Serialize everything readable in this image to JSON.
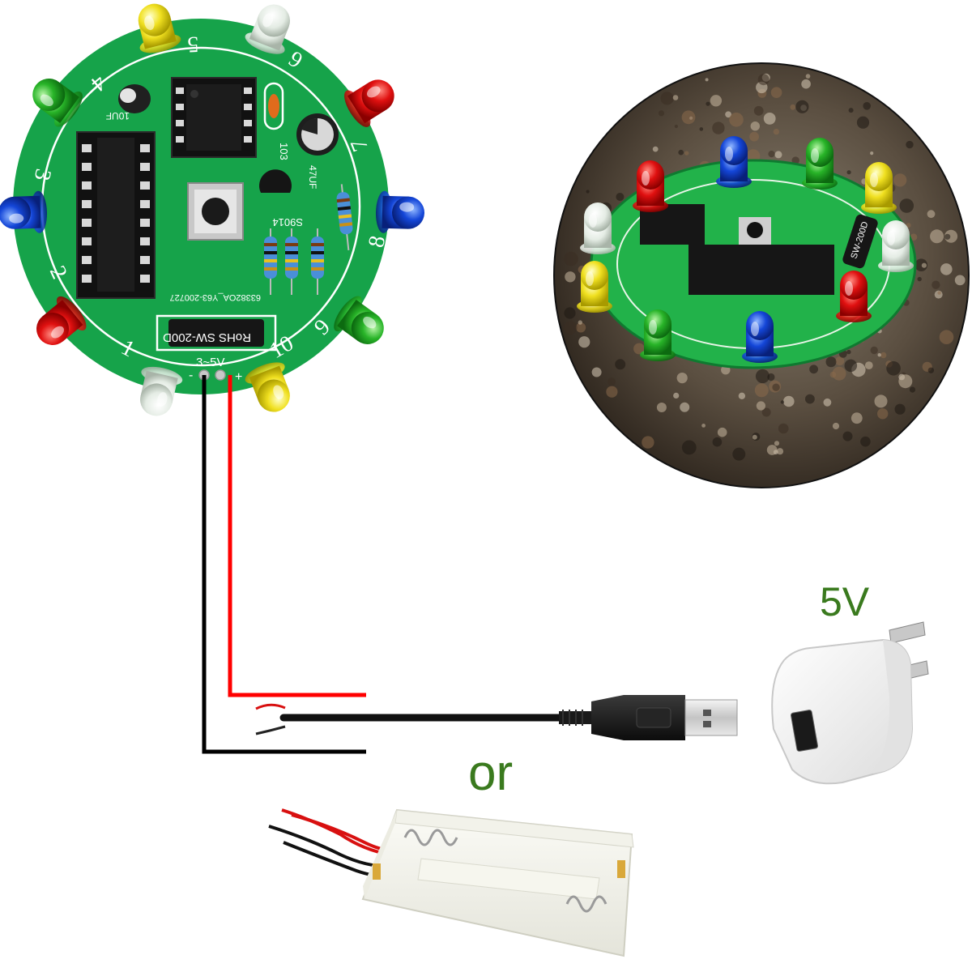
{
  "board": {
    "led_numbers": [
      "1",
      "2",
      "3",
      "4",
      "5",
      "6",
      "7",
      "8",
      "9",
      "10"
    ],
    "power_label": "3~5V",
    "minus_label": "-",
    "plus_label": "+",
    "pcb_code": "63382OA_Y63-200727",
    "cap_small": "10UF",
    "cap_large": "47UF",
    "cap_ceramic": "103",
    "transistor": "S9014",
    "vibration_switch": "RoHS SW-200D"
  },
  "photo": {
    "vibration_switch": "SW-200D"
  },
  "labels": {
    "supply": "5V",
    "or": "or"
  },
  "colors": {
    "pcb_green": "#16a34a",
    "wire_red": "#ff0000",
    "wire_black": "#000000",
    "label_green": "#3a7a1e"
  },
  "led_colors": [
    "white",
    "red",
    "blue",
    "green",
    "yellow",
    "white",
    "red",
    "blue",
    "green",
    "yellow"
  ]
}
